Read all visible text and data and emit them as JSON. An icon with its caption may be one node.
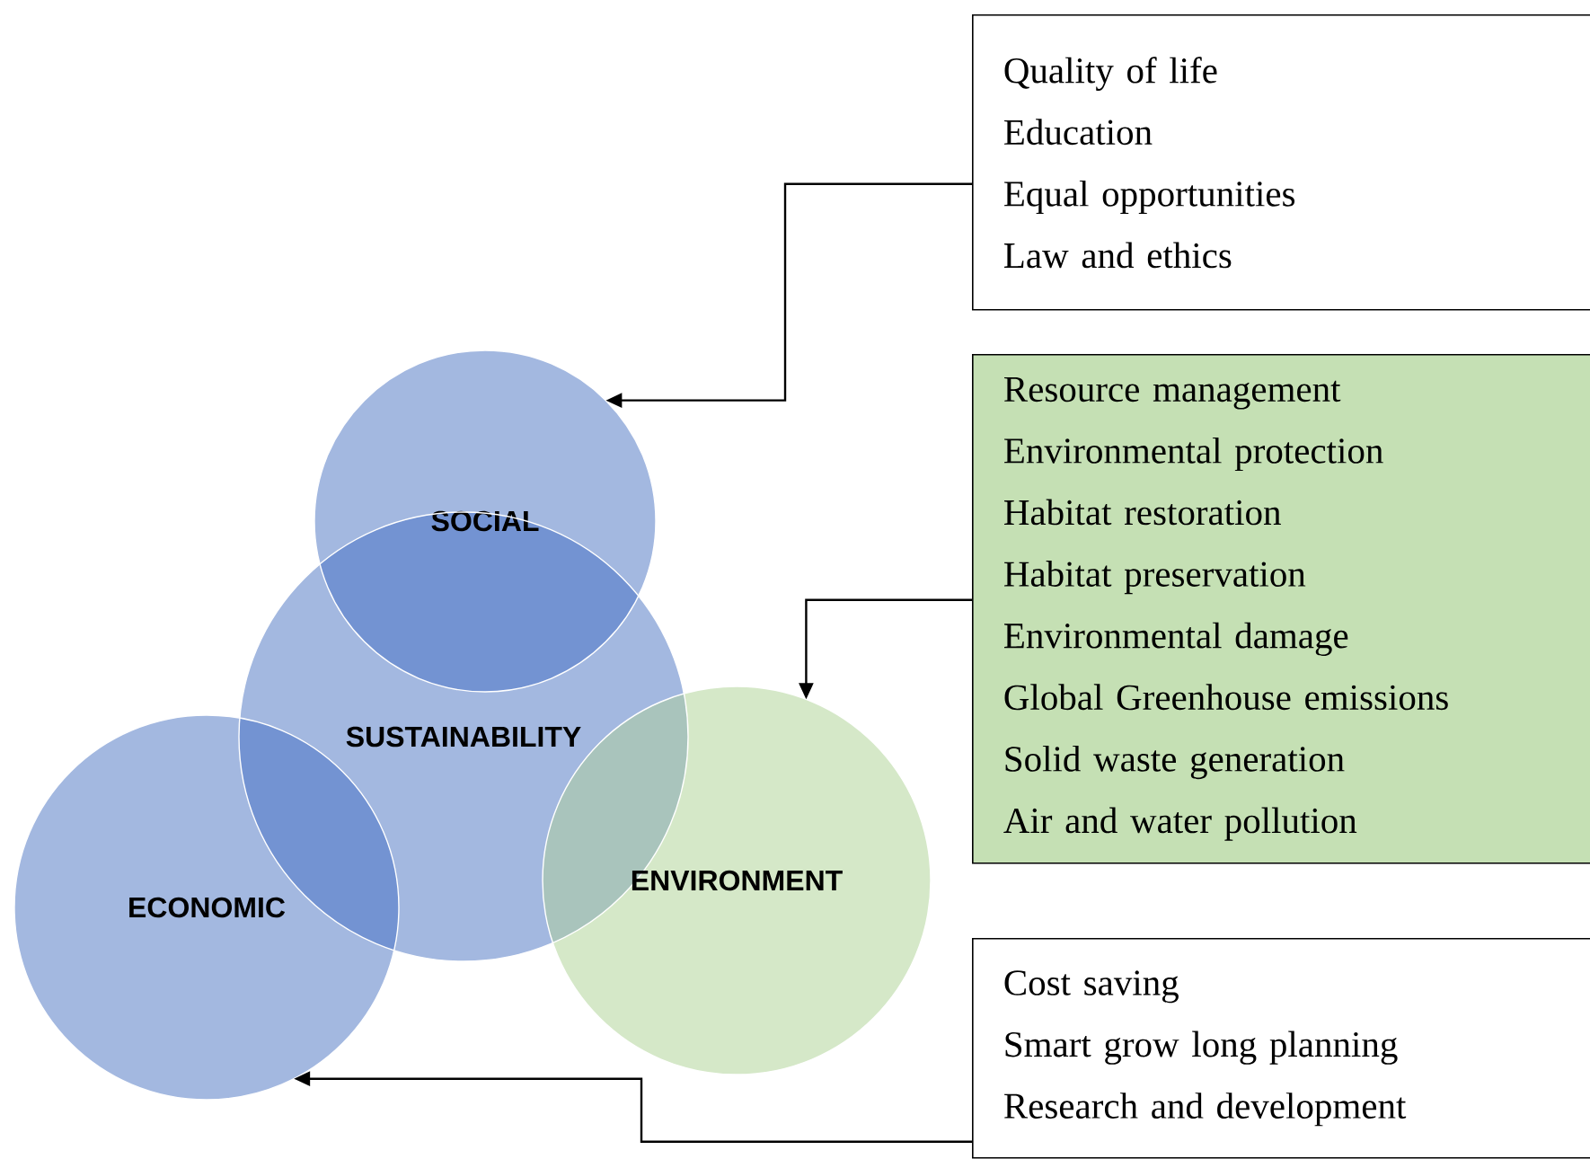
{
  "diagram": {
    "nodes": [
      {
        "text": [
          "SOCIAL"
        ]
      },
      {
        "text": [
          "SUSTAINABILITY"
        ]
      },
      {
        "text": [
          "ECONOMIC"
        ]
      },
      {
        "text": [
          "ENVIRONMENT"
        ]
      },
      {
        "text": [
          "Quality of life",
          "Education",
          "Equal opportunities",
          "Law and ethics"
        ]
      },
      {
        "text": [
          "Resource management",
          "Environmental protection",
          "Habitat restoration",
          "Habitat preservation",
          "Environmental damage",
          "Global Greenhouse emissions",
          "Solid waste generation",
          "Air and water pollution"
        ]
      },
      {
        "text": [
          "Cost saving",
          "Smart grow long planning",
          "Research and development"
        ]
      }
    ],
    "edges": [
      {
        "from": 4,
        "to": 0,
        "arrow": "to"
      },
      {
        "from": 5,
        "to": 3,
        "arrow": "to"
      },
      {
        "from": 6,
        "to": 2,
        "arrow": "to"
      }
    ]
  }
}
